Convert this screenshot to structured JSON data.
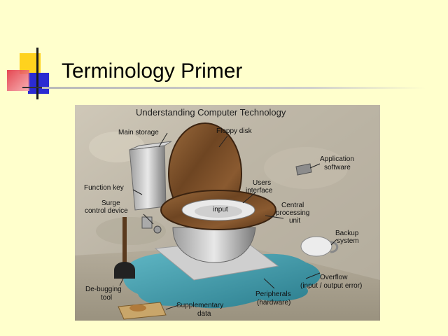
{
  "slide": {
    "title": "Terminology Primer"
  },
  "illustration": {
    "heading": "Understanding Computer Technology",
    "labels": {
      "main_storage": "Main storage",
      "floppy_disk": "Floppy disk",
      "application_software_1": "Application",
      "application_software_2": "software",
      "users_interface_1": "Users",
      "users_interface_2": "interface",
      "function_key": "Function key",
      "input": "input",
      "cpu_1": "Central",
      "cpu_2": "processing",
      "cpu_3": "unit",
      "surge_1": "Surge",
      "surge_2": "control device",
      "backup_1": "Backup",
      "backup_2": "system",
      "overflow_1": "Overflow",
      "overflow_2": "(input / output error)",
      "debugging_1": "De-bugging",
      "debugging_2": "tool",
      "peripherals_1": "Peripherals",
      "peripherals_2": "(hardware)",
      "supplementary_1": "Supplementary",
      "supplementary_2": "data"
    }
  },
  "colors": {
    "background": "#FFFFCC",
    "logo_yellow": "#FFD21E",
    "logo_blue": "#2B2BD2",
    "logo_red": "#E0283C"
  }
}
